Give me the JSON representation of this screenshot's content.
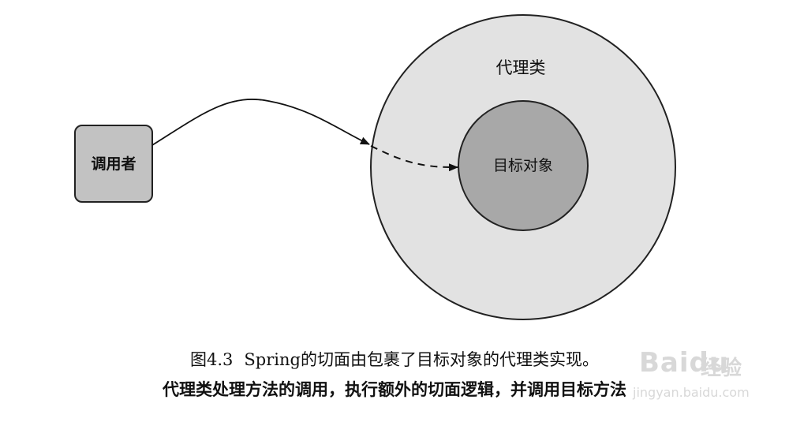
{
  "nodes": {
    "caller": "调用者",
    "proxy": "代理类",
    "target": "目标对象"
  },
  "caption": {
    "figure_number": "图4.3",
    "line1": "Spring的切面由包裹了目标对象的代理类实现。",
    "line2": "代理类处理方法的调用，执行额外的切面逻辑，并调用目标方法"
  },
  "watermark": {
    "logo": "Baidu",
    "label": "经验",
    "url": "jingyan.baidu.com"
  },
  "colors": {
    "caller_fill": "#c2c2c2",
    "proxy_fill": "#e2e2e2",
    "target_fill": "#a8a8a8",
    "stroke": "#222222"
  }
}
